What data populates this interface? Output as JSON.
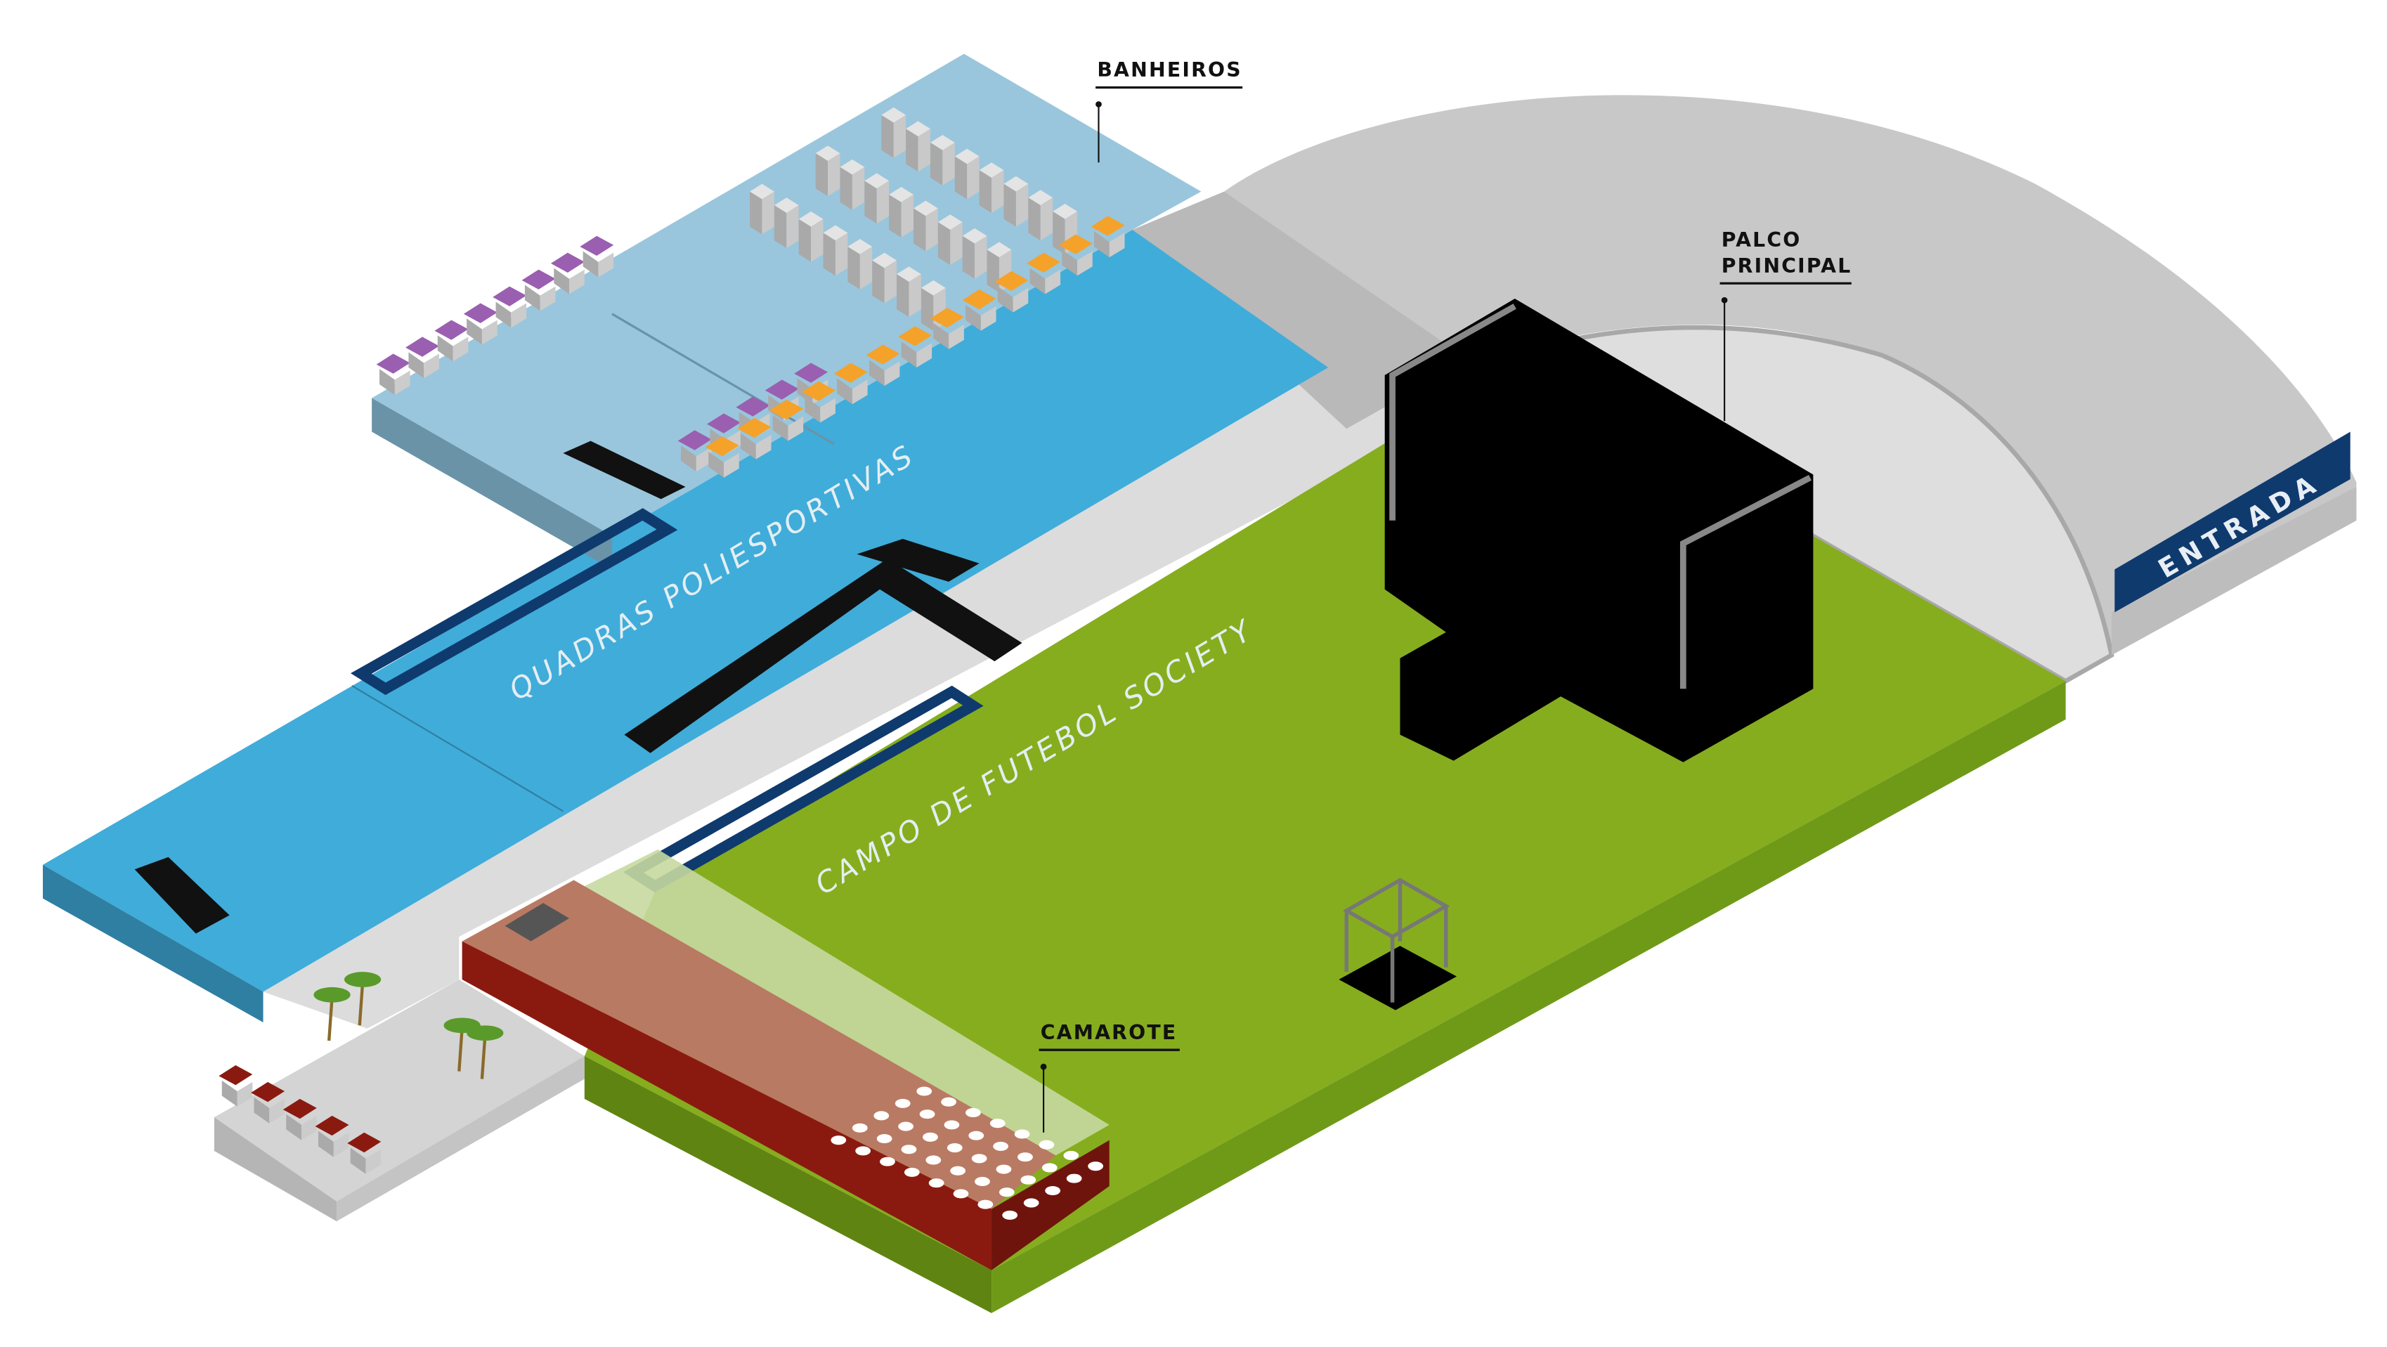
{
  "labels": {
    "banheiros": "BANHEIROS",
    "palco_line1": "PALCO",
    "palco_line2": "PRINCIPAL",
    "camarote": "CAMAROTE",
    "entrada": "ENTRADA",
    "quadras": "QUADRAS POLIESPORTIVAS",
    "campo": "CAMPO DE FUTEBOL SOCIETY"
  },
  "colors": {
    "field_green": "#86ad1e",
    "court_blue": "#40acd9",
    "bathroom_area": "#99c6dc",
    "walkway": "#dcdcdc",
    "arch": "#c8c8c8",
    "stage": "#000000",
    "camarote_red": "#8a1a10",
    "entrada_navy": "#0f3a6e",
    "tent_orange": "#f4a22a",
    "tent_purple": "#9a5fb0"
  }
}
